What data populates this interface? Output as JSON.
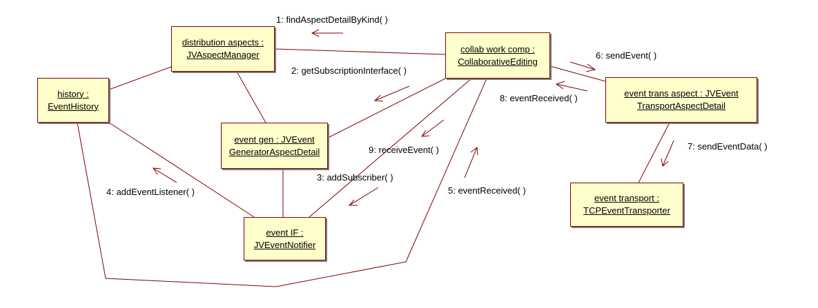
{
  "diagram": {
    "objects": {
      "distribution": {
        "line1": "distribution aspects :",
        "line2": "JVAspectManager"
      },
      "collab": {
        "line1": "collab work comp :",
        "line2": "CollaborativeEditing"
      },
      "history": {
        "line1": "history :",
        "line2": "EventHistory"
      },
      "eventgen": {
        "line1": "event gen : JVEvent",
        "line2": "GeneratorAspectDetail"
      },
      "eventtrans": {
        "line1": "event trans aspect : JVEvent",
        "line2": "TransportAspectDetail"
      },
      "eventif": {
        "line1": "event IF :",
        "line2": "JVEventNotifier"
      },
      "transporter": {
        "line1": "event transport :",
        "line2": "TCPEventTransporter"
      }
    },
    "messages": {
      "m1": "1: findAspectDetailByKind( )",
      "m2": "2: getSubscriptionInterface( )",
      "m3": "3: addSubscriber( )",
      "m4": "4: addEventListener( )",
      "m5": "5: eventReceived( )",
      "m6": "6: sendEvent( )",
      "m7": "7: sendEventData( )",
      "m8": "8: eventReceived( )",
      "m9": "9: receiveEvent( )"
    },
    "colors": {
      "link": "#800000",
      "box_fill": "#ffffcc",
      "box_border": "#800000",
      "shadow": "#7a7a7a"
    }
  }
}
